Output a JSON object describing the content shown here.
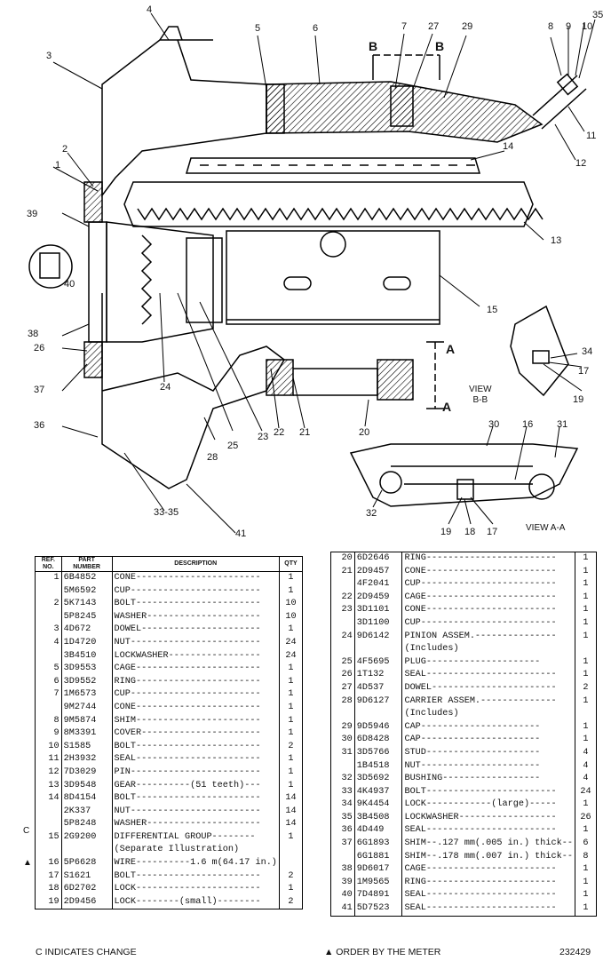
{
  "callouts": [
    "1",
    "2",
    "3",
    "4",
    "5",
    "6",
    "7",
    "8",
    "9",
    "10",
    "11",
    "12",
    "13",
    "14",
    "15",
    "16",
    "17",
    "18",
    "19",
    "20",
    "21",
    "22",
    "23",
    "24",
    "25",
    "26",
    "27",
    "28",
    "29",
    "30",
    "31",
    "32",
    "33-35",
    "34",
    "35",
    "36",
    "37",
    "38",
    "39",
    "40",
    "41",
    "17",
    "19"
  ],
  "section_marks": {
    "b1": "B",
    "b2": "B",
    "a1": "A",
    "a2": "A"
  },
  "views": {
    "bb": "VIEW\nB-B",
    "aa": "VIEW A-A"
  },
  "table_headers": {
    "ref": "REF.\nNO.",
    "part": "PART\nNUMBER",
    "description": "DESCRIPTION",
    "qty": "QTY"
  },
  "left_rows": [
    {
      "mark": "",
      "ref": "1",
      "part": "6B4852",
      "desc": "CONE-----------------------",
      "qty": "1"
    },
    {
      "mark": "",
      "ref": "",
      "part": "5M6592",
      "desc": "CUP------------------------",
      "qty": "1"
    },
    {
      "mark": "",
      "ref": "2",
      "part": "5K7143",
      "desc": "BOLT-----------------------",
      "qty": "10"
    },
    {
      "mark": "",
      "ref": "",
      "part": "5P8245",
      "desc": "WASHER---------------------",
      "qty": "10"
    },
    {
      "mark": "",
      "ref": "3",
      "part": "4D672",
      "desc": "DOWEL----------------------",
      "qty": "1"
    },
    {
      "mark": "",
      "ref": "4",
      "part": "1D4720",
      "desc": "NUT------------------------",
      "qty": "24"
    },
    {
      "mark": "",
      "ref": "",
      "part": "3B4510",
      "desc": "LOCKWASHER-----------------",
      "qty": "24"
    },
    {
      "mark": "",
      "ref": "5",
      "part": "3D9553",
      "desc": "CAGE-----------------------",
      "qty": "1"
    },
    {
      "mark": "",
      "ref": "6",
      "part": "3D9552",
      "desc": "RING-----------------------",
      "qty": "1"
    },
    {
      "mark": "",
      "ref": "7",
      "part": "1M6573",
      "desc": "CUP------------------------",
      "qty": "1"
    },
    {
      "mark": "",
      "ref": "",
      "part": "9M2744",
      "desc": "CONE-----------------------",
      "qty": "1"
    },
    {
      "mark": "",
      "ref": "8",
      "part": "9M5874",
      "desc": "SHIM-----------------------",
      "qty": "1"
    },
    {
      "mark": "",
      "ref": "9",
      "part": "8M3391",
      "desc": "COVER----------------------",
      "qty": "1"
    },
    {
      "mark": "",
      "ref": "10",
      "part": "S1585",
      "desc": "BOLT-----------------------",
      "qty": "2"
    },
    {
      "mark": "",
      "ref": "11",
      "part": "2H3932",
      "desc": "SEAL-----------------------",
      "qty": "1"
    },
    {
      "mark": "",
      "ref": "12",
      "part": "7D3029",
      "desc": "PIN------------------------",
      "qty": "1"
    },
    {
      "mark": "",
      "ref": "13",
      "part": "3D9548",
      "desc": "GEAR----------(51 teeth)---",
      "qty": "1"
    },
    {
      "mark": "",
      "ref": "14",
      "part": "8D4154",
      "desc": "BOLT-----------------------",
      "qty": "14"
    },
    {
      "mark": "",
      "ref": "",
      "part": "2K337",
      "desc": "NUT------------------------",
      "qty": "14"
    },
    {
      "mark": "C",
      "ref": "",
      "part": "5P8248",
      "desc": "WASHER---------------------",
      "qty": "14"
    },
    {
      "mark": "",
      "ref": "15",
      "part": "2G9200",
      "desc": "DIFFERENTIAL GROUP--------",
      "qty": "1"
    },
    {
      "mark": "",
      "ref": "",
      "part": "",
      "desc": "  (Separate Illustration)",
      "qty": ""
    },
    {
      "mark": "▲",
      "ref": "16",
      "part": "5P6628",
      "desc": "WIRE----------1.6 m(64.17 in.)",
      "qty": ""
    },
    {
      "mark": "",
      "ref": "17",
      "part": "S1621",
      "desc": "BOLT-----------------------",
      "qty": "2"
    },
    {
      "mark": "",
      "ref": "18",
      "part": "6D2702",
      "desc": "LOCK-----------------------",
      "qty": "1"
    },
    {
      "mark": "",
      "ref": "19",
      "part": "2D9456",
      "desc": "LOCK--------(small)--------",
      "qty": "2"
    }
  ],
  "right_rows": [
    {
      "ref": "20",
      "part": "6D2646",
      "desc": "RING------------------------",
      "qty": "1"
    },
    {
      "ref": "21",
      "part": "2D9457",
      "desc": "CONE------------------------",
      "qty": "1"
    },
    {
      "ref": "",
      "part": "4F2041",
      "desc": "CUP-------------------------",
      "qty": "1"
    },
    {
      "ref": "22",
      "part": "2D9459",
      "desc": "CAGE------------------------",
      "qty": "1"
    },
    {
      "ref": "23",
      "part": "3D1101",
      "desc": "CONE------------------------",
      "qty": "1"
    },
    {
      "ref": "",
      "part": "3D1100",
      "desc": "CUP-------------------------",
      "qty": "1"
    },
    {
      "ref": "24",
      "part": "9D6142",
      "desc": "PINION ASSEM.---------------",
      "qty": "1"
    },
    {
      "ref": "",
      "part": "",
      "desc": "   (Includes)",
      "qty": ""
    },
    {
      "ref": "25",
      "part": "4F5695",
      "desc": "   PLUG---------------------",
      "qty": "1"
    },
    {
      "ref": "26",
      "part": "1T132",
      "desc": "SEAL------------------------",
      "qty": "1"
    },
    {
      "ref": "27",
      "part": "4D537",
      "desc": "DOWEL-----------------------",
      "qty": "2"
    },
    {
      "ref": "28",
      "part": "9D6127",
      "desc": "CARRIER ASSEM.--------------",
      "qty": "1"
    },
    {
      "ref": "",
      "part": "",
      "desc": "   (Includes)",
      "qty": ""
    },
    {
      "ref": "29",
      "part": "9D5946",
      "desc": "   CAP----------------------",
      "qty": "1"
    },
    {
      "ref": "30",
      "part": "6D8428",
      "desc": "   CAP----------------------",
      "qty": "1"
    },
    {
      "ref": "31",
      "part": "3D5766",
      "desc": "   STUD---------------------",
      "qty": "4"
    },
    {
      "ref": "",
      "part": "1B4518",
      "desc": "   NUT----------------------",
      "qty": "4"
    },
    {
      "ref": "32",
      "part": "3D5692",
      "desc": "   BUSHING------------------",
      "qty": "4"
    },
    {
      "ref": "33",
      "part": "4K4937",
      "desc": "BOLT------------------------",
      "qty": "24"
    },
    {
      "ref": "34",
      "part": "9K4454",
      "desc": "LOCK------------(large)-----",
      "qty": "1"
    },
    {
      "ref": "35",
      "part": "3B4508",
      "desc": "LOCKWASHER------------------",
      "qty": "26"
    },
    {
      "ref": "36",
      "part": "4D449",
      "desc": "SEAL------------------------",
      "qty": "1"
    },
    {
      "ref": "37",
      "part": "6G1893",
      "desc": "SHIM--.127 mm(.005 in.) thick--",
      "qty": "6"
    },
    {
      "ref": "",
      "part": "6G1881",
      "desc": "SHIM--.178 mm(.007 in.) thick--",
      "qty": "8"
    },
    {
      "ref": "38",
      "part": "9D6017",
      "desc": "CAGE------------------------",
      "qty": "1"
    },
    {
      "ref": "39",
      "part": "1M9565",
      "desc": "RING------------------------",
      "qty": "1"
    },
    {
      "ref": "40",
      "part": "7D4891",
      "desc": "SEAL------------------------",
      "qty": "1"
    },
    {
      "ref": "41",
      "part": "5D7523",
      "desc": "SEAL------------------------",
      "qty": "1"
    }
  ],
  "footer": {
    "change": "C INDICATES CHANGE",
    "order": "▲ ORDER BY THE METER",
    "code": "232429"
  }
}
